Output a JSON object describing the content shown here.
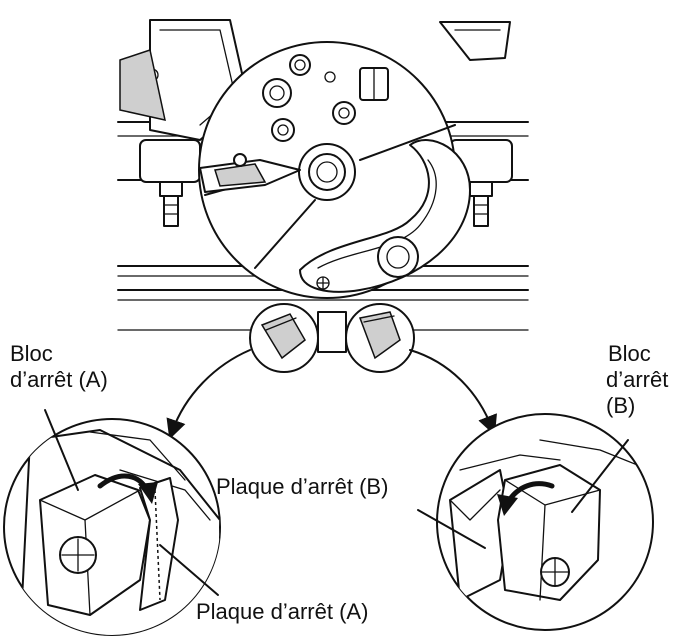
{
  "labels": {
    "stop_block_a_line1": "Bloc",
    "stop_block_a_line2": "d’arrêt (A)",
    "stop_block_b_line1": "Bloc",
    "stop_block_b_line2": "d’arrêt",
    "stop_block_b_line3": "(B)",
    "stop_plate_b": "Plaque d’arrêt (B)",
    "stop_plate_a": "Plaque d’arrêt (A)"
  }
}
